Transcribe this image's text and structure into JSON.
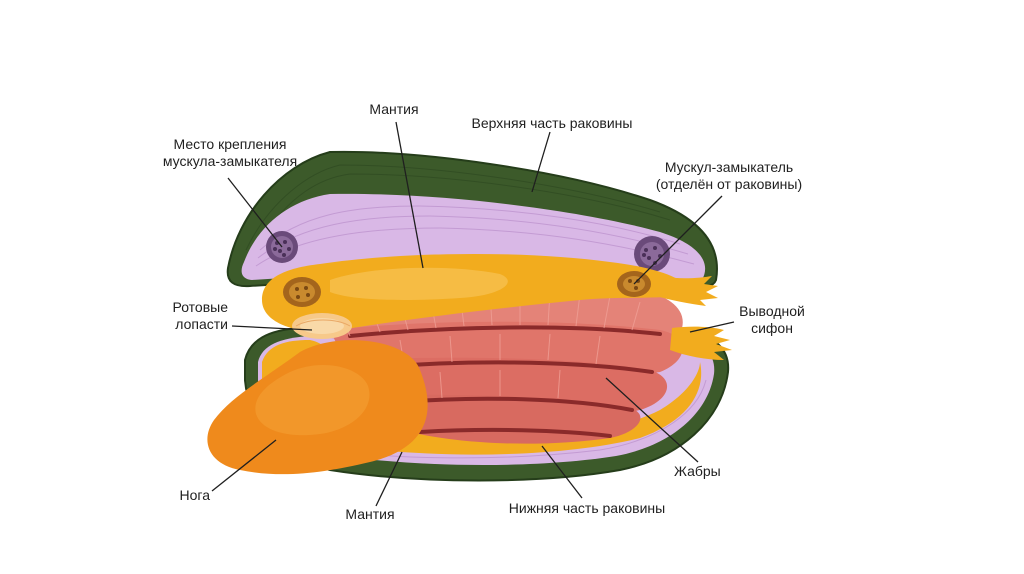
{
  "labels": {
    "attachment": [
      "Место крепления",
      "мускула-замыкателя"
    ],
    "mantle_top": "Мантия",
    "shell_top": "Верхняя часть раковины",
    "adductor": [
      "Мускул-замыкатель",
      "(отделён от раковины)"
    ],
    "oral_lobes": [
      "Ротовые",
      "лопасти"
    ],
    "siphon": [
      "Выводной",
      "сифон"
    ],
    "gills": "Жабры",
    "foot": "Нога",
    "mantle_bottom": "Мантия",
    "shell_bottom": "Нижняя часть раковины"
  },
  "colors": {
    "shell": "#3c5a2a",
    "shell_dark": "#253d1a",
    "mantle_lining": "#d9b8e6",
    "mantle_body": "#f2ac1e",
    "foot": "#ef8a1c",
    "gills": "#e0756a",
    "gill_stripe": "#8a2a2a",
    "scar": "#6a4a7a",
    "leader": "#1f1f1f"
  }
}
